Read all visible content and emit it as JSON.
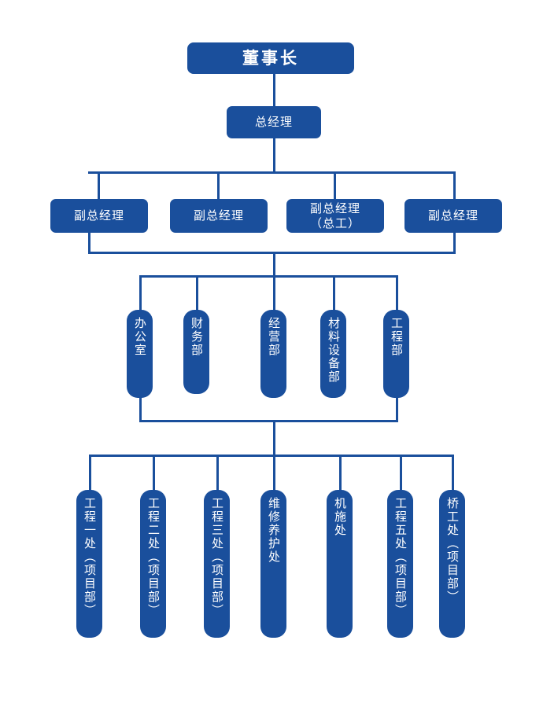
{
  "chart": {
    "kind": "organization-chart",
    "accent_color": "#1a4f9c",
    "text_color": "#ffffff",
    "background_color": "#ffffff"
  },
  "levels": {
    "chairman": {
      "label": "董事长"
    },
    "general_manager": {
      "label": "总经理"
    },
    "deputy_managers": [
      {
        "label": "副总经理"
      },
      {
        "label": "副总经理"
      },
      {
        "label": "副总经理\n（总工）"
      },
      {
        "label": "副总经理"
      }
    ],
    "departments": [
      {
        "label": "办公室"
      },
      {
        "label": "财务部"
      },
      {
        "label": "经营部"
      },
      {
        "label": "材料设备部"
      },
      {
        "label": "工程部"
      }
    ],
    "units": [
      {
        "label": "工程一处（项目部）"
      },
      {
        "label": "工程二处（项目部）"
      },
      {
        "label": "工程三处（项目部）"
      },
      {
        "label": "维修养护处"
      },
      {
        "label": "机施处"
      },
      {
        "label": "工程五处（项目部）"
      },
      {
        "label": "桥工处（项目部）"
      }
    ]
  }
}
